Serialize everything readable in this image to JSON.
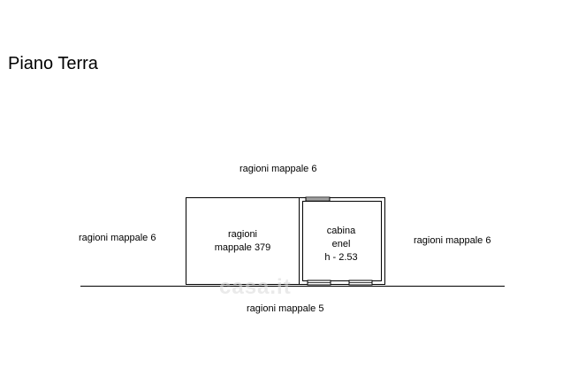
{
  "title": "Piano Terra",
  "labels": {
    "top": "ragioni mappale 6",
    "left": "ragioni mappale 6",
    "right": "ragioni mappale 6",
    "bottom": "ragioni mappale 5"
  },
  "rooms": {
    "main": {
      "line1": "ragioni",
      "line2": "mappale 379"
    },
    "cabina": {
      "line1": "cabina",
      "line2": "enel",
      "line3": "h - 2.53"
    }
  },
  "watermark": "casa.it",
  "colors": {
    "line": "#000000",
    "watermark": "#d9d9d9"
  }
}
